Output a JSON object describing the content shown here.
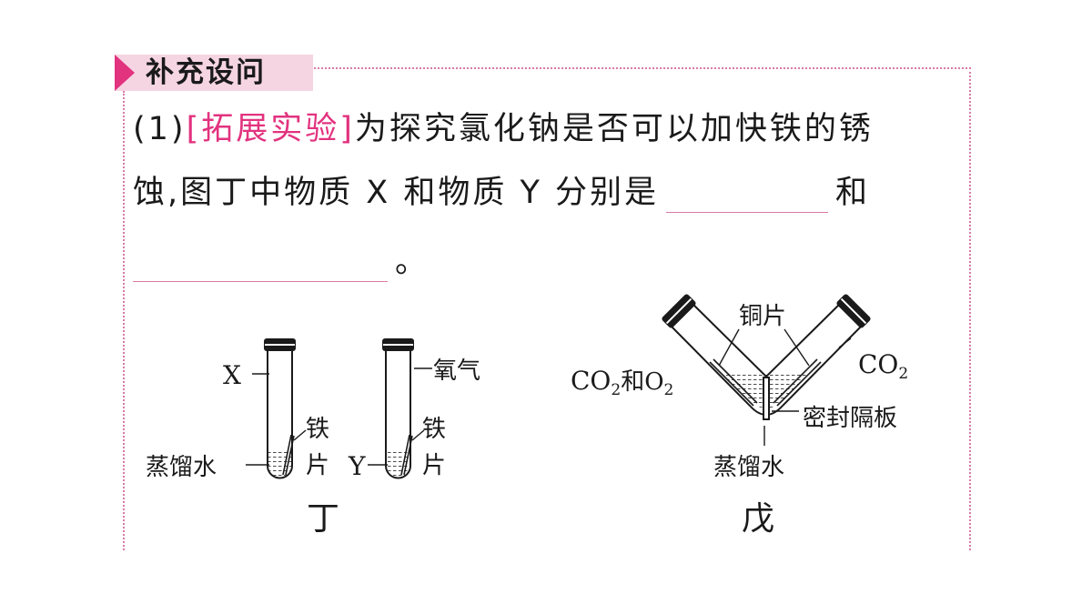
{
  "section": {
    "tag": "补充设问"
  },
  "question": {
    "number": "(1)",
    "bracket_open": "[",
    "tag": "拓展实验",
    "bracket_close": "]",
    "line1_text": "为探究氯化钠是否可以加快铁的锈",
    "line2_text": "蚀,图丁中物质 X 和物质 Y 分别是",
    "line2_and": "和",
    "line3_end": "。"
  },
  "figure_ding": {
    "caption": "丁",
    "label_x": "X",
    "label_y": "Y",
    "label_water": "蒸馏水",
    "label_oxygen": "氧气",
    "label_iron1_a": "铁",
    "label_iron1_b": "片",
    "label_iron2_a": "铁",
    "label_iron2_b": "片"
  },
  "figure_wu": {
    "caption": "戊",
    "label_copper": "铜片",
    "label_left_gas": "CO",
    "label_left_sub1": "2",
    "label_left_mid": "和O",
    "label_left_sub2": "2",
    "label_right_gas": "CO",
    "label_right_sub": "2",
    "label_seal": "密封隔板",
    "label_water": "蒸馏水"
  },
  "colors": {
    "accent": "#e2337f",
    "tag_bg": "#f6d5e2",
    "frame": "#d77aa4"
  }
}
